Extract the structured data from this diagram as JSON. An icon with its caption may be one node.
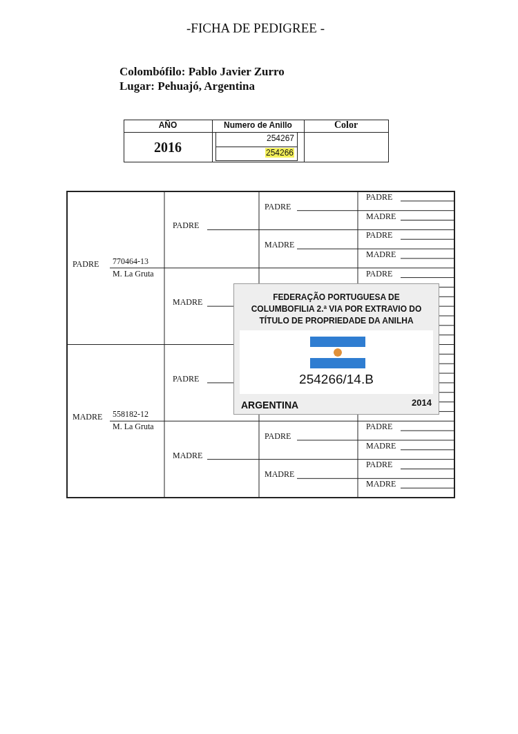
{
  "diagram": {
    "title": "-FICHA DE PEDIGREE -",
    "nodes": [
      {
        "text": [
          "FEDERAÇÃO PORTUGUESA DE COLUMBOFILIA 2.ª VIA POR EXTRAVIO DO TÍTULO DE PROPRIEDADE DA ANILHA",
          "254266/14.B",
          "ARGENTINA",
          "2014"
        ]
      }
    ],
    "labels": [
      "Colombófilo: Pablo Javier Zurro",
      "Lugar: Pehuajó, Argentina",
      "AÑO",
      "Numero de Anillo",
      "Color",
      "2016",
      "254267",
      "254266",
      "PADRE",
      "PADRE",
      "MADRE",
      "PADRE",
      "PADRE",
      "MADRE",
      "770464-13",
      "MADRE",
      "PADRE",
      "M. La Gruta",
      "PADRE",
      "MADRE",
      "PADRE",
      "558182-12",
      "MADRE",
      "M. La Gruta",
      "PADRE",
      "PADRE",
      "MADRE",
      "MADRE",
      "PADRE",
      "MADRE",
      "MADRE"
    ]
  }
}
